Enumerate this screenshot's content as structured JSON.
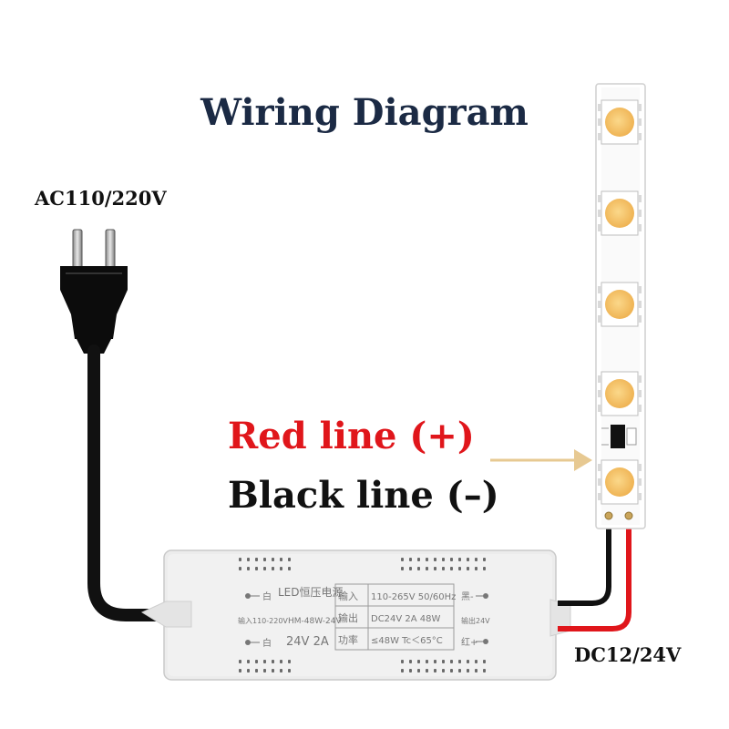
{
  "title": "Wiring Diagram",
  "input_label": "AC110/220V",
  "output_label": "DC12/24V",
  "polarity": {
    "red": "Red line (+)",
    "black": "Black line (–)"
  },
  "power_supply": {
    "name": "LED恒压电源",
    "input_text": "输入110-220V",
    "model": "HM-48W-24V",
    "rating": "24V  2A",
    "left_top_wire": "白",
    "left_bottom_wire": "白",
    "right_top_wire": "黑-",
    "right_bottom_wire": "红+",
    "output_text": "输出24V",
    "spec_rows": [
      {
        "label": "输入",
        "value": "110-265V 50/60Hz"
      },
      {
        "label": "输出",
        "value": "DC24V  2A  48W"
      },
      {
        "label": "功率",
        "value": "≤48W  Tc＜65°C"
      }
    ]
  },
  "colors": {
    "title": "#1b2a44",
    "red_wire": "#e0161b",
    "black_wire": "#111111",
    "arrow": "#e7c992",
    "led_chip": "#f5c36a"
  },
  "icons": {
    "plug": "power-plug-icon",
    "arrow": "arrow-right-icon",
    "led": "led-chip-icon"
  }
}
